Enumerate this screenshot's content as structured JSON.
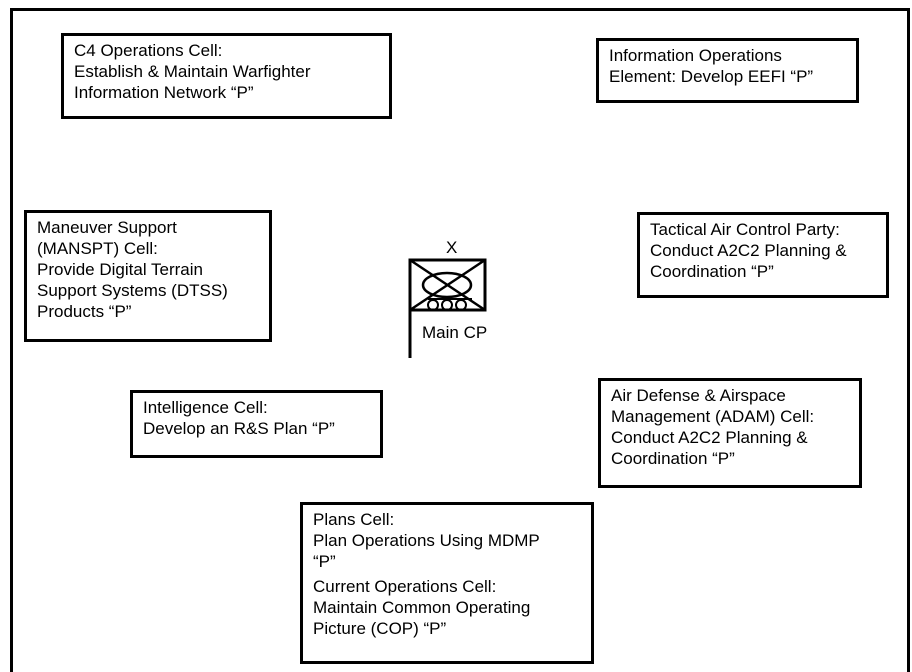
{
  "boxes": {
    "c4": [
      "C4 Operations Cell:",
      "Establish & Maintain Warfighter",
      "Information Network “P”"
    ],
    "ioe": [
      "Information Operations",
      "Element:  Develop EEFI “P”"
    ],
    "mansupt": [
      "Maneuver Support",
      "(MANSPT) Cell:",
      "Provide Digital Terrain",
      "Support Systems (DTSS)",
      "Products “P”"
    ],
    "tacp": [
      "Tactical Air Control Party:",
      "Conduct A2C2 Planning &",
      "Coordination “P”"
    ],
    "intel": [
      "Intelligence Cell:",
      "Develop an R&S Plan “P”"
    ],
    "adam": [
      "Air Defense & Airspace",
      "Management (ADAM) Cell:",
      "Conduct A2C2 Planning &",
      "Coordination “P”"
    ],
    "plans": [
      "Plans Cell:",
      "Plan Operations Using MDMP",
      "“P”"
    ],
    "curops": [
      "Current Operations Cell:",
      "Maintain Common Operating",
      "Picture (COP) “P”"
    ]
  },
  "command_post": {
    "echelon": "X",
    "label": "Main CP",
    "icon": "armored-division-command-post-flag-icon"
  }
}
